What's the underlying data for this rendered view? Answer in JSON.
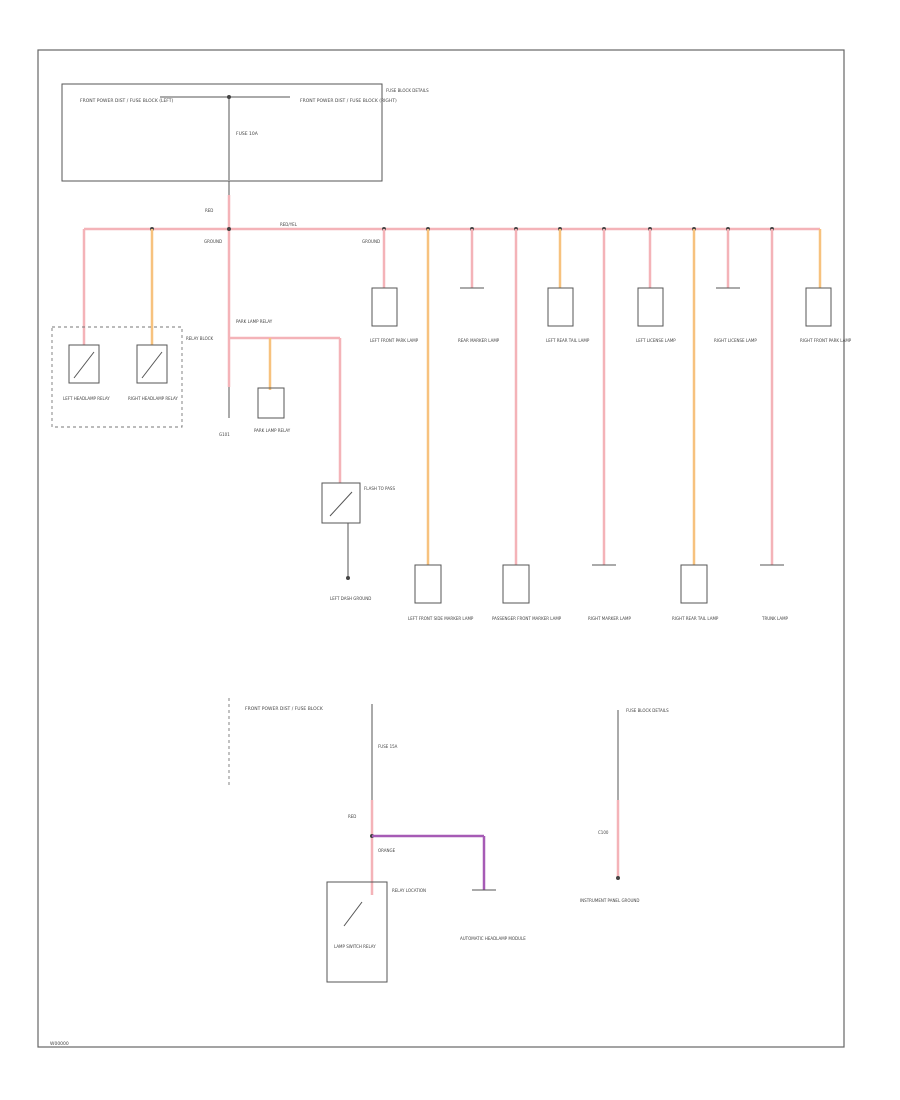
{
  "diagram": {
    "footer_code": "W00000",
    "top_fuse_block": {
      "left_label": "FRONT POWER DIST / FUSE BLOCK (LEFT)",
      "right_label": "FRONT POWER DIST / FUSE BLOCK (RIGHT)",
      "side_label": "FUSE BLOCK DETAILS",
      "fuse_label": "FUSE 10A"
    },
    "splice_label": "RED/YEL",
    "ground_label": "GROUND",
    "wire_code": "RED",
    "lamps_upper": [
      {
        "label": "LEFT FRONT PARK LAMP"
      },
      {
        "label": "REAR MARKER LAMP"
      },
      {
        "label": "LEFT REAR TAIL LAMP"
      },
      {
        "label": "LEFT LICENSE LAMP"
      },
      {
        "label": "RIGHT LICENSE LAMP"
      },
      {
        "label": "RIGHT FRONT PARK LAMP"
      }
    ],
    "lamps_lower": [
      {
        "label": "LEFT FRONT SIDE MARKER LAMP"
      },
      {
        "label": "PASSENGER FRONT MARKER LAMP"
      },
      {
        "label": "RIGHT MARKER LAMP"
      },
      {
        "label": "RIGHT REAR TAIL LAMP"
      },
      {
        "label": "TRUNK LAMP"
      }
    ],
    "left_relays": {
      "group_label": "RELAY BLOCK",
      "left": "LEFT HEADLAMP RELAY",
      "right": "RIGHT HEADLAMP RELAY"
    },
    "middle": {
      "relay_label": "PARK LAMP RELAY",
      "ground": "G101",
      "lamp_label": "PARK LAMP RELAY",
      "switch_label": "FLASH TO PASS",
      "switch_ground": "LEFT DASH GROUND"
    },
    "bottom": {
      "fuse_block_label": "FRONT POWER DIST / FUSE BLOCK",
      "fuse_label": "FUSE 15A",
      "wire_label": "ORANGE",
      "relay_box_label": "LAMP SWITCH RELAY",
      "relay_side_label": "RELAY LOCATION",
      "module_label": "AUTOMATIC HEADLAMP MODULE",
      "right_fuse_label": "FUSE BLOCK DETAILS",
      "right_connector": "C100",
      "right_ground_label": "INSTRUMENT PANEL GROUND"
    }
  }
}
